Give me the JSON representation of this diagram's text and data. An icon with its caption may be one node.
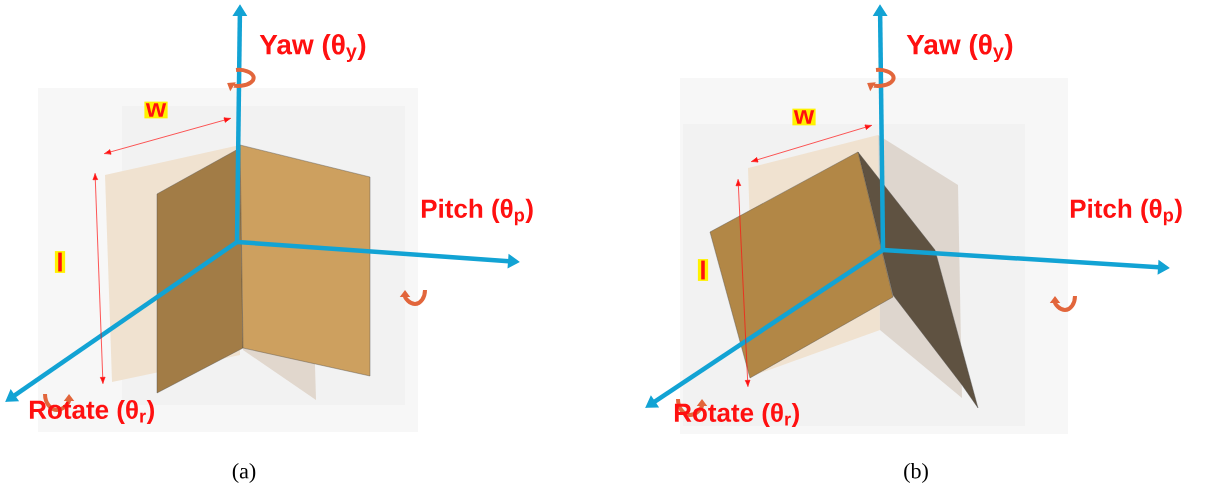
{
  "diagram": {
    "labels": [
      "Yaw (θ$_{y}$)",
      "w",
      "Pitch (θ$_{p}$)",
      "l",
      "Rotate (θ$_{r}$)",
      "Yaw (θ$_{y}$)",
      "w",
      "Pitch (θ$_{p}$)",
      "l",
      "Rotate (θ$_{r}$)",
      "(a)",
      "(b)"
    ]
  }
}
